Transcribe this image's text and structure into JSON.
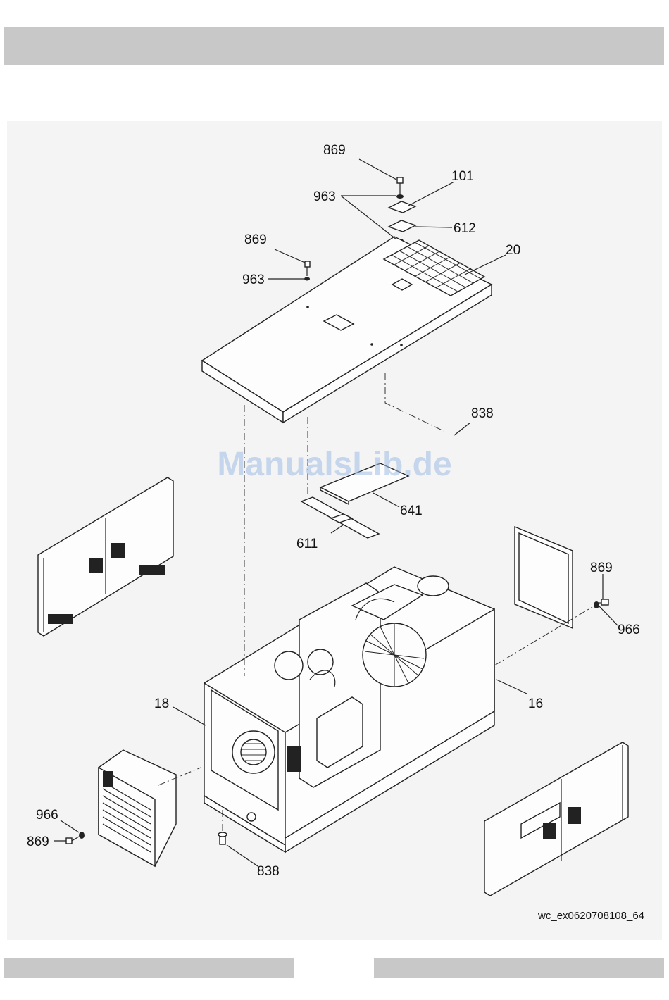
{
  "watermark": "ManualsLib.de",
  "drawing_code": "wc_ex0620708108_64",
  "callouts": {
    "c869_top": "869",
    "c101": "101",
    "c963_top": "963",
    "c612": "612",
    "c20": "20",
    "c869_left": "869",
    "c963_left": "963",
    "c838_top": "838",
    "c641": "641",
    "c611": "611",
    "c869_right": "869",
    "c966_right": "966",
    "c16": "16",
    "c18": "18",
    "c966_left": "966",
    "c869_bottom": "869",
    "c838_bottom": "838"
  }
}
